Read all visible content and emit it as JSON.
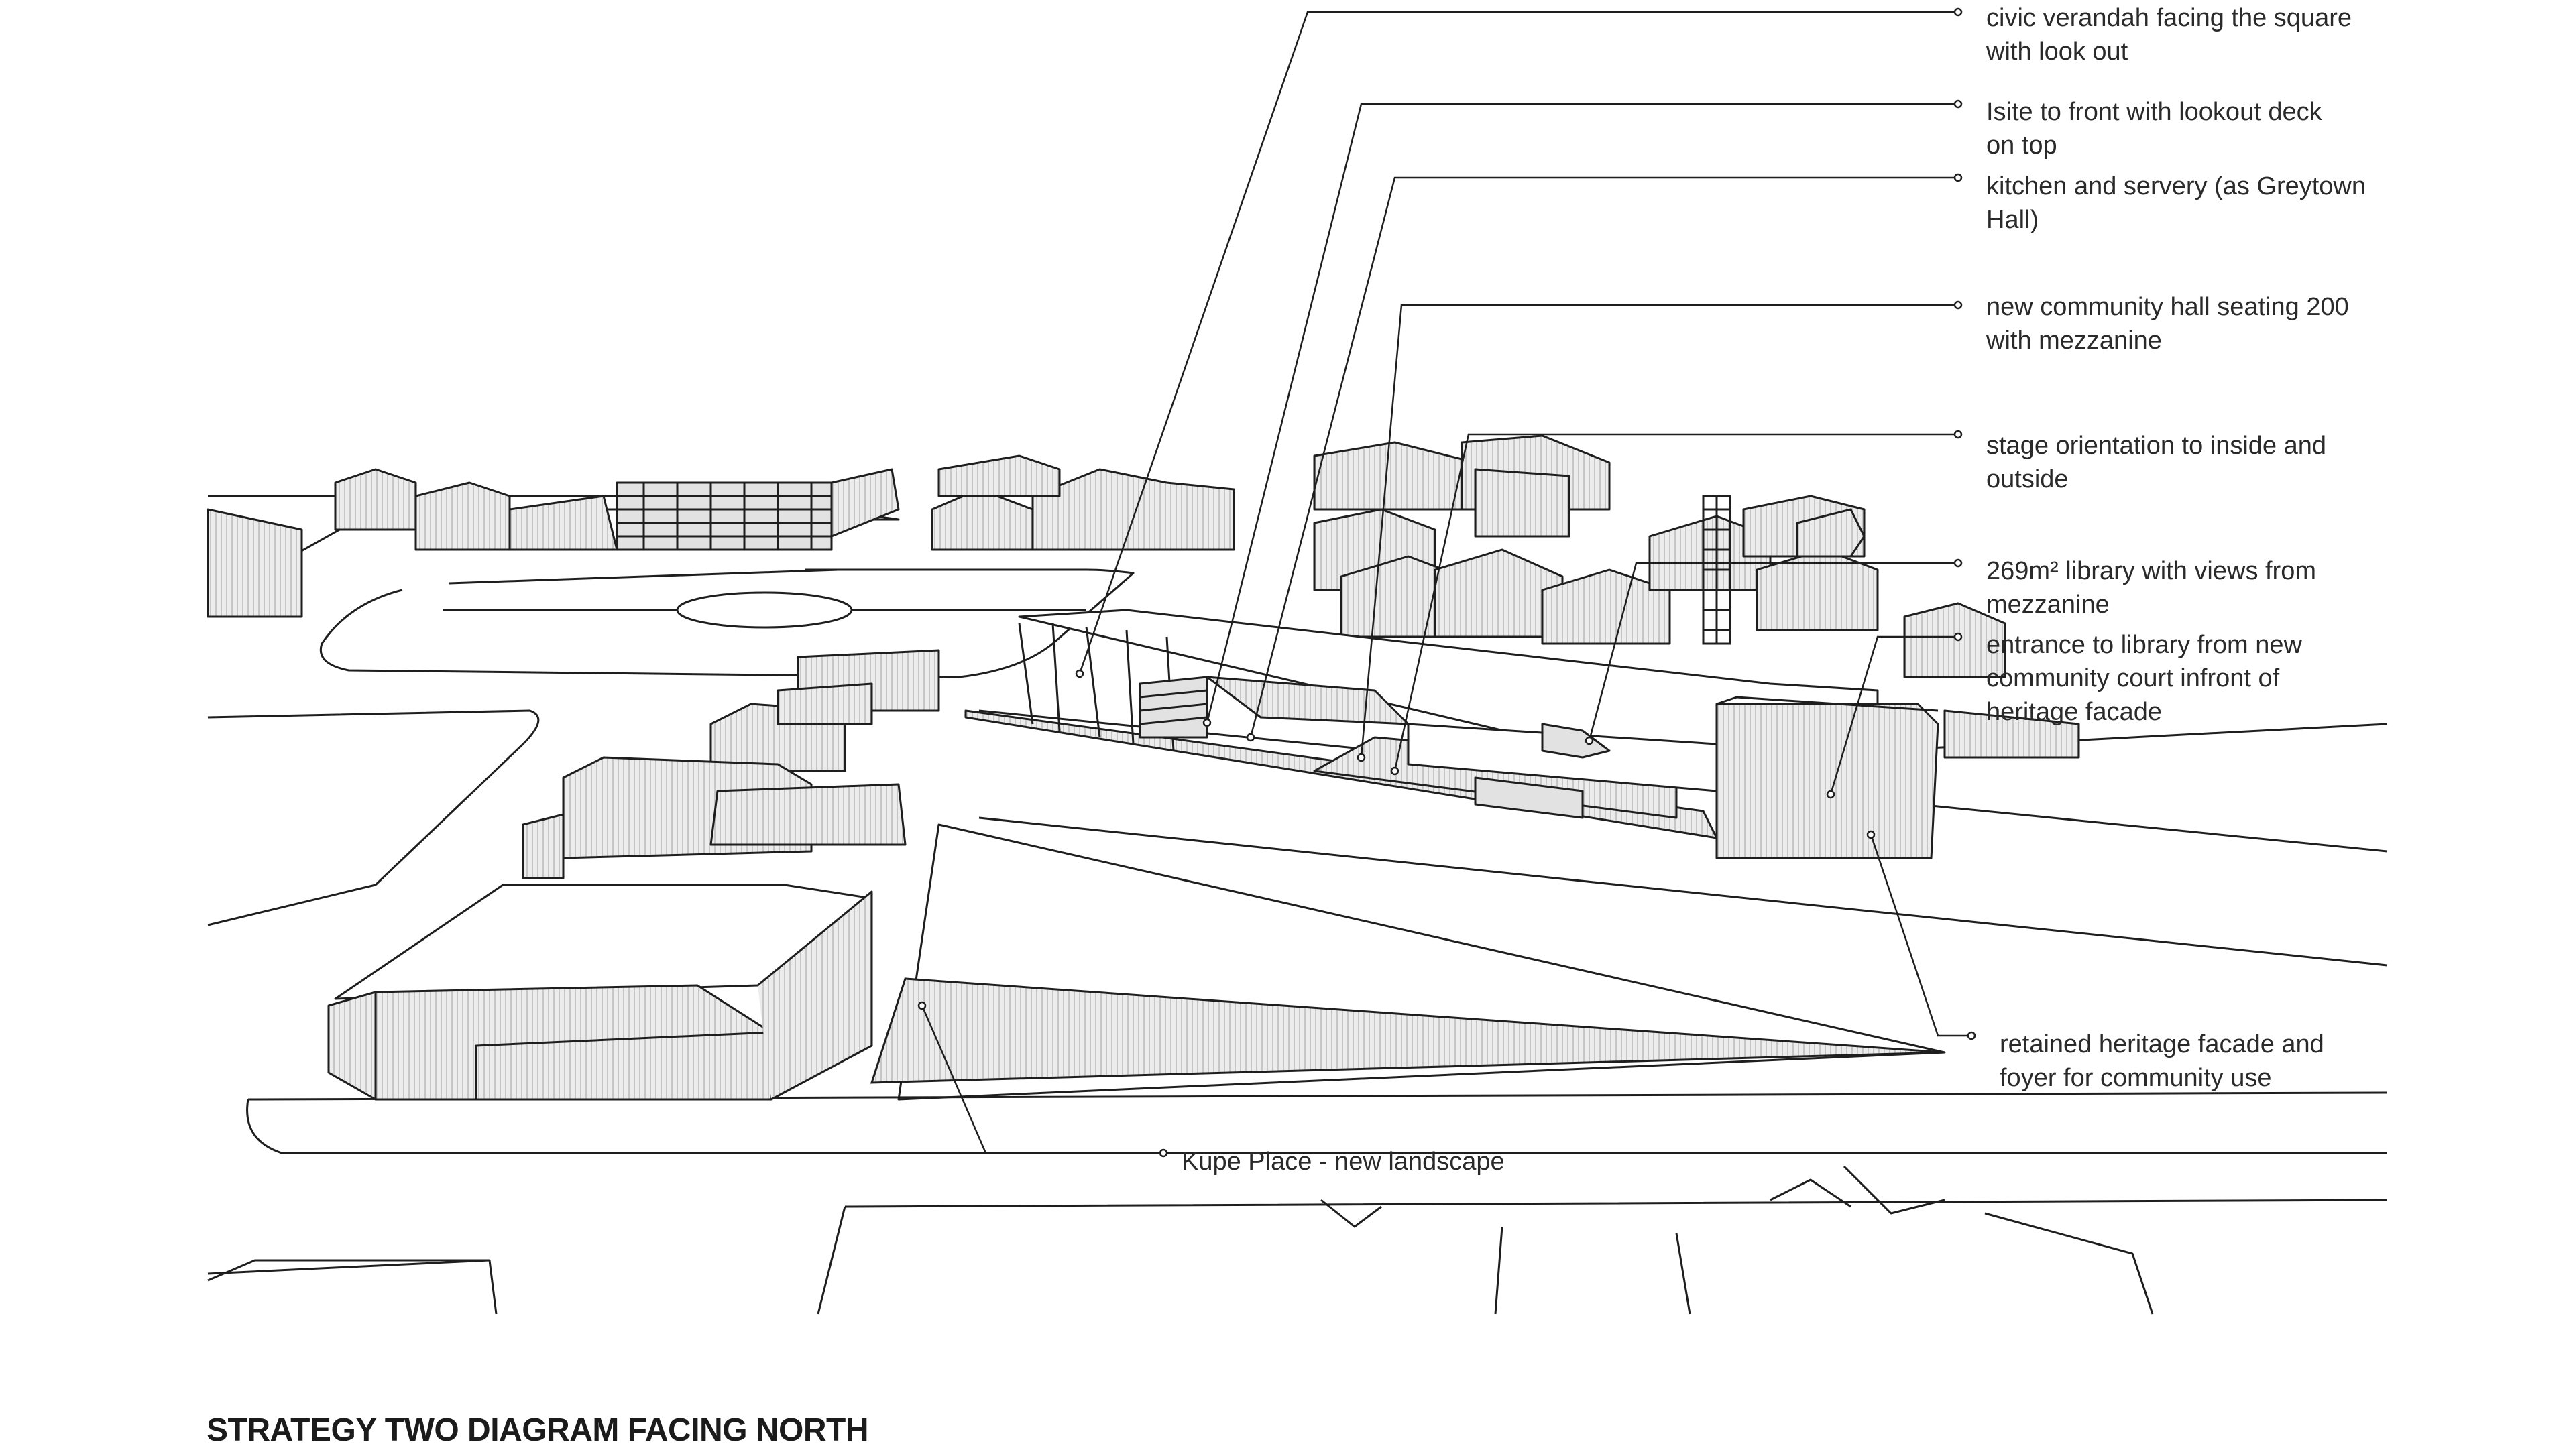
{
  "diagram": {
    "caption": "STRATEGY TWO DIAGRAM FACING NORTH",
    "annotations": [
      {
        "id": "civic-verandah",
        "text": "civic verandah facing the square\nwith look out"
      },
      {
        "id": "isite",
        "text": "Isite to front with lookout deck\non top"
      },
      {
        "id": "kitchen",
        "text": "kitchen and servery (as Greytown\nHall)"
      },
      {
        "id": "community-hall",
        "text": "new community hall seating 200\nwith mezzanine"
      },
      {
        "id": "stage",
        "text": "stage orientation to inside and\noutside"
      },
      {
        "id": "library",
        "text": "269m² library with views from\nmezzanine"
      },
      {
        "id": "entrance",
        "text": "entrance to library from new\ncommunity court infront of\nheritage facade"
      },
      {
        "id": "heritage-facade",
        "text": "retained heritage facade and\nfoyer for community use"
      },
      {
        "id": "kupe-place",
        "text": "Kupe Place - new landscape"
      }
    ],
    "colors": {
      "line": "#1e1e1e",
      "shade": "#d9d9d9",
      "text": "#2a2a2a"
    }
  }
}
